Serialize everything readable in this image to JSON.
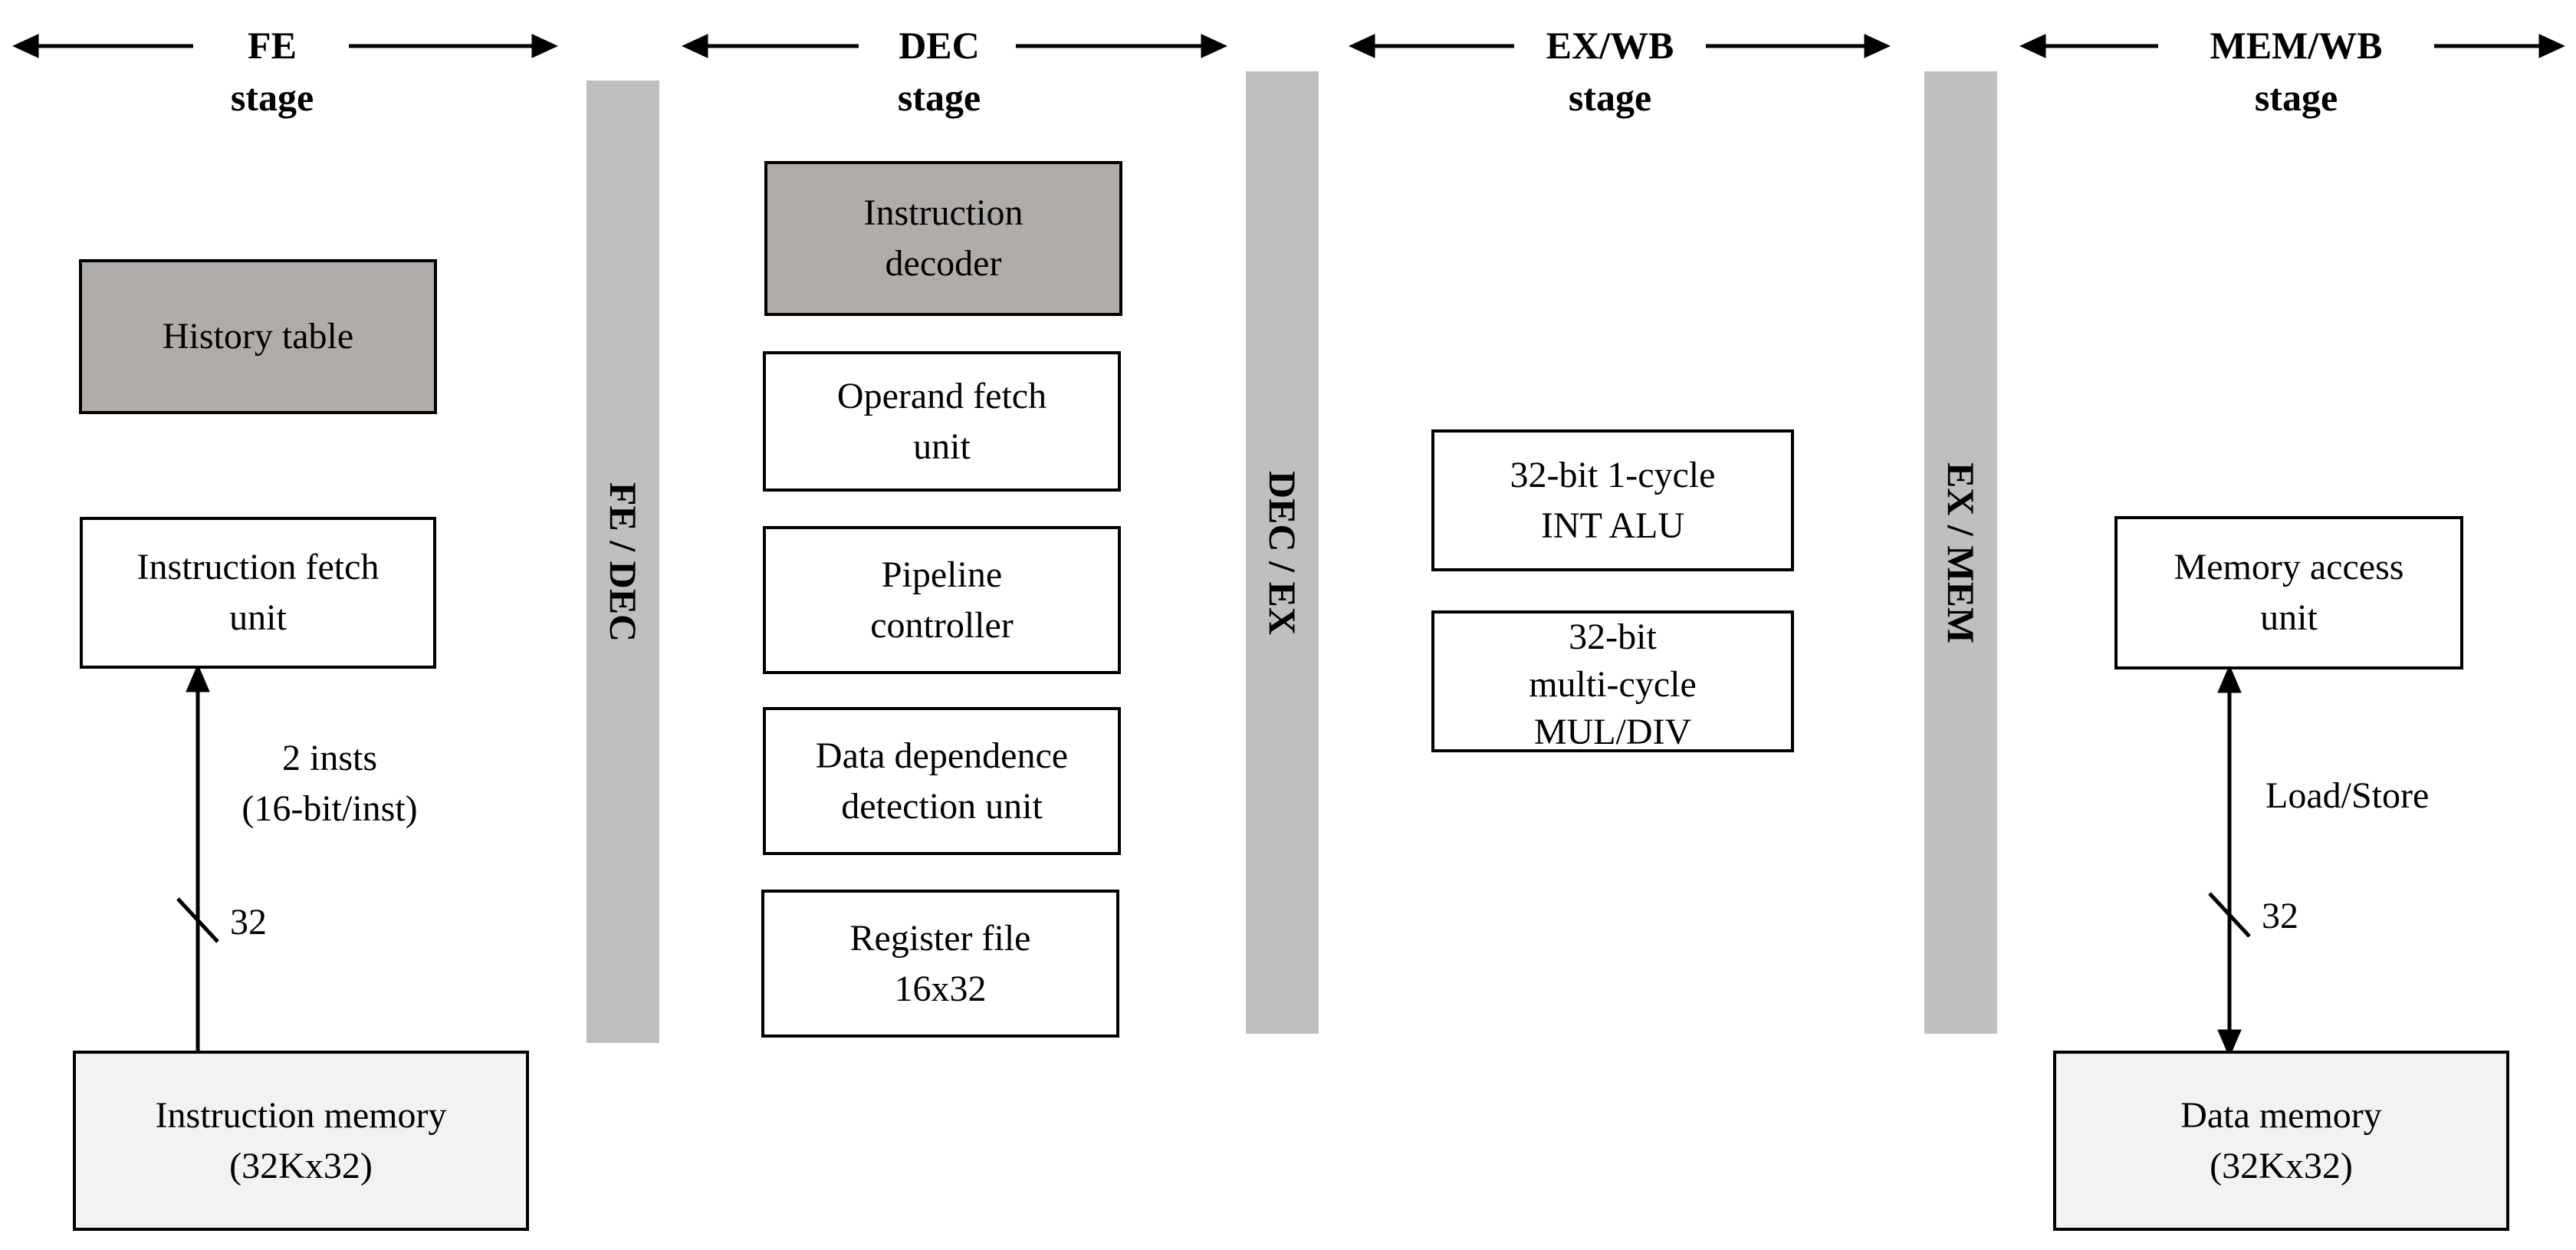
{
  "stages": {
    "fe": [
      "FE",
      "stage"
    ],
    "dec": [
      "DEC",
      "stage"
    ],
    "ex": [
      "EX/WB",
      "stage"
    ],
    "mem": [
      "MEM/WB",
      "stage"
    ]
  },
  "pipeline_registers": {
    "fe_dec": "FE / DEC",
    "dec_ex": "DEC / EX",
    "ex_mem": "EX / MEM"
  },
  "blocks": {
    "history_table": [
      "History table"
    ],
    "instruction_fetch": [
      "Instruction fetch",
      "unit"
    ],
    "instruction_memory": [
      "Instruction memory",
      "(32Kx32)"
    ],
    "instruction_decoder": [
      "Instruction",
      "decoder"
    ],
    "operand_fetch": [
      "Operand fetch",
      "unit"
    ],
    "pipeline_controller": [
      "Pipeline",
      "controller"
    ],
    "data_dependence": [
      "Data dependence",
      "detection unit"
    ],
    "register_file": [
      "Register file",
      "16x32"
    ],
    "int_alu": [
      "32-bit 1-cycle",
      "INT ALU"
    ],
    "mul_div": [
      "32-bit",
      "multi-cycle",
      "MUL/DIV"
    ],
    "memory_access": [
      "Memory access",
      "unit"
    ],
    "data_memory": [
      "Data memory",
      "(32Kx32)"
    ]
  },
  "labels": {
    "fetch_width": [
      "2 insts",
      "(16-bit/inst)"
    ],
    "fetch_bus_width": "32",
    "load_store": "Load/Store",
    "mem_bus_width": "32"
  }
}
